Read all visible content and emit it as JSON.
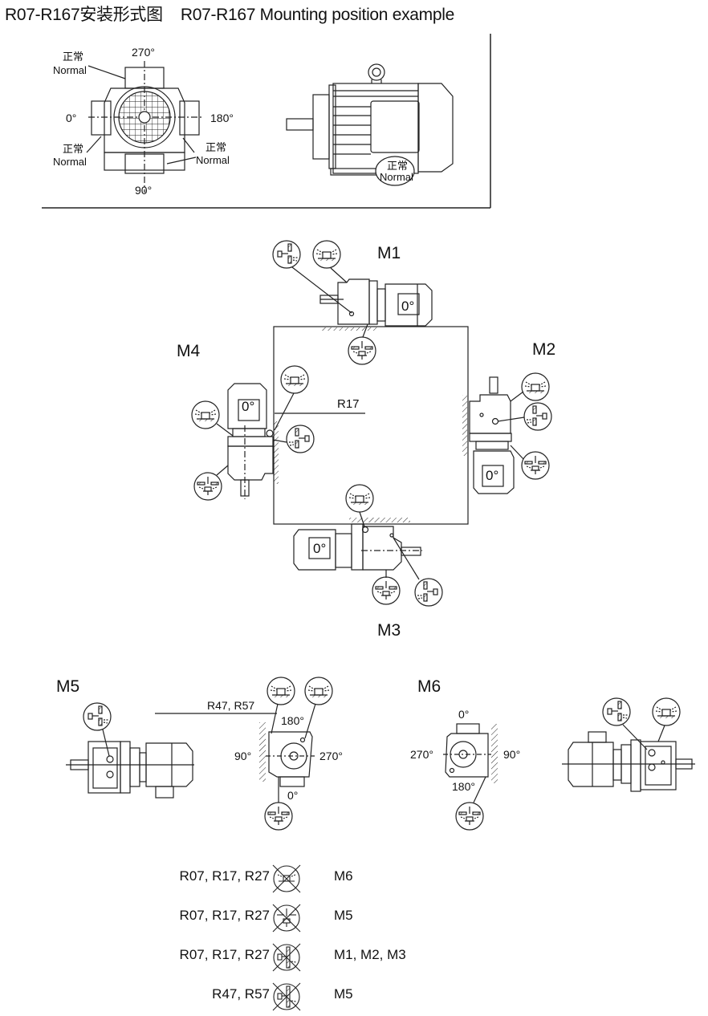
{
  "title": {
    "chinese": "R07-R167安装形式图",
    "english": "R07-R167 Mounting position example"
  },
  "top_panel": {
    "front_view": {
      "angles": [
        "270°",
        "0°",
        "180°",
        "90°"
      ],
      "normal_label_cn": "正常",
      "normal_label_en": "Normal"
    },
    "side_view": {
      "normal_label_cn": "正常",
      "normal_label_en": "Normal"
    }
  },
  "positions": {
    "M1": {
      "label": "M1",
      "terminal_box": "0°"
    },
    "M2": {
      "label": "M2",
      "terminal_box": "0°"
    },
    "M3": {
      "label": "M3",
      "terminal_box": "0°"
    },
    "M4": {
      "label": "M4",
      "terminal_box": "0°"
    },
    "center_model": "R17"
  },
  "m5": {
    "label": "M5",
    "models_label": "R47, R57",
    "angles": {
      "top": "180°",
      "left": "90°",
      "right": "270°",
      "bottom": "0°"
    }
  },
  "m6": {
    "label": "M6",
    "angles": {
      "top": "0°",
      "left": "270°",
      "right": "90°",
      "bottom": "180°"
    }
  },
  "legend": [
    {
      "models": "R07, R17, R27",
      "symbol": "crossed-breather-vent-icon",
      "positions": "M6"
    },
    {
      "models": "R07, R17, R27",
      "symbol": "crossed-drain-plug-icon",
      "positions": "M5"
    },
    {
      "models": "R07, R17, R27",
      "symbol": "crossed-level-plug-icon",
      "positions": "M1, M2, M3"
    },
    {
      "models": "R47, R57",
      "symbol": "crossed-level-plug-icon",
      "positions": "M5"
    }
  ]
}
